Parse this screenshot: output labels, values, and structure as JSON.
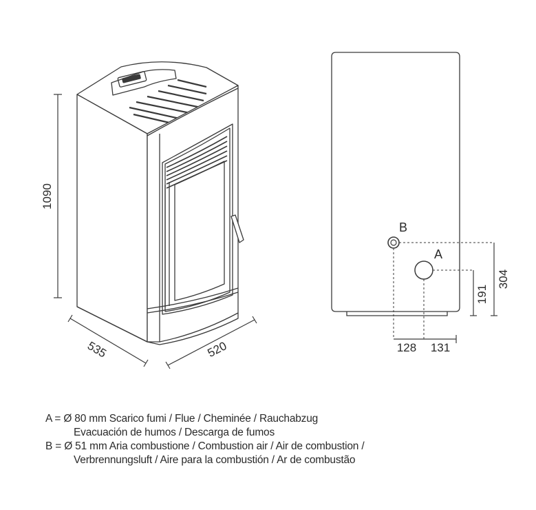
{
  "dimensions": {
    "height": "1090",
    "depth": "535",
    "width": "520",
    "outlet_b_height": "304",
    "outlet_a_height": "191",
    "outlet_b_offset": "128",
    "outlet_a_offset": "131"
  },
  "connections": {
    "a_label": "A",
    "b_label": "B"
  },
  "legend": [
    {
      "line1": "A = Ø 80 mm  Scarico fumi / Flue / Cheminée / Rauchabzug",
      "line2": "Evacuación de humos / Descarga de fumos"
    },
    {
      "line1": "B = Ø 51 mm  Aria combustione / Combustion air / Air de combustion /",
      "line2": "Verbrennungsluft / Aire para la combustión / Ar de combustão"
    }
  ],
  "colors": {
    "line": "#3a3a3a",
    "panel_fill": "#ffffff",
    "background": "#ffffff"
  }
}
